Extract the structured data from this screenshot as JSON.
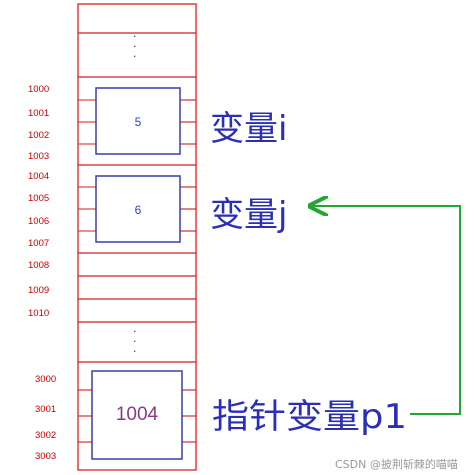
{
  "addresses": {
    "a1000": "1000",
    "a1001": "1001",
    "a1002": "1002",
    "a1003": "1003",
    "a1004": "1004",
    "a1005": "1005",
    "a1006": "1006",
    "a1007": "1007",
    "a1008": "1008",
    "a1009": "1009",
    "a1010": "1010",
    "a3000": "3000",
    "a3001": "3001",
    "a3002": "3002",
    "a3003": "3003"
  },
  "ellipsis_top": "·\n·\n·",
  "ellipsis_bottom": "·\n·\n·",
  "values": {
    "var_i": "5",
    "var_j": "6",
    "p1": "1004"
  },
  "labels": {
    "var_i": "变量i",
    "var_j": "变量j",
    "p1": "指针变量p1"
  },
  "colors": {
    "memory_border": "#e02020",
    "cell_line": "#cc2020",
    "variable_box": "#3a3fa8",
    "label_text": "#2a2fb5",
    "pointer_arrow": "#22a830"
  },
  "watermark": "CSDN @披荆斩棘的喵喵"
}
